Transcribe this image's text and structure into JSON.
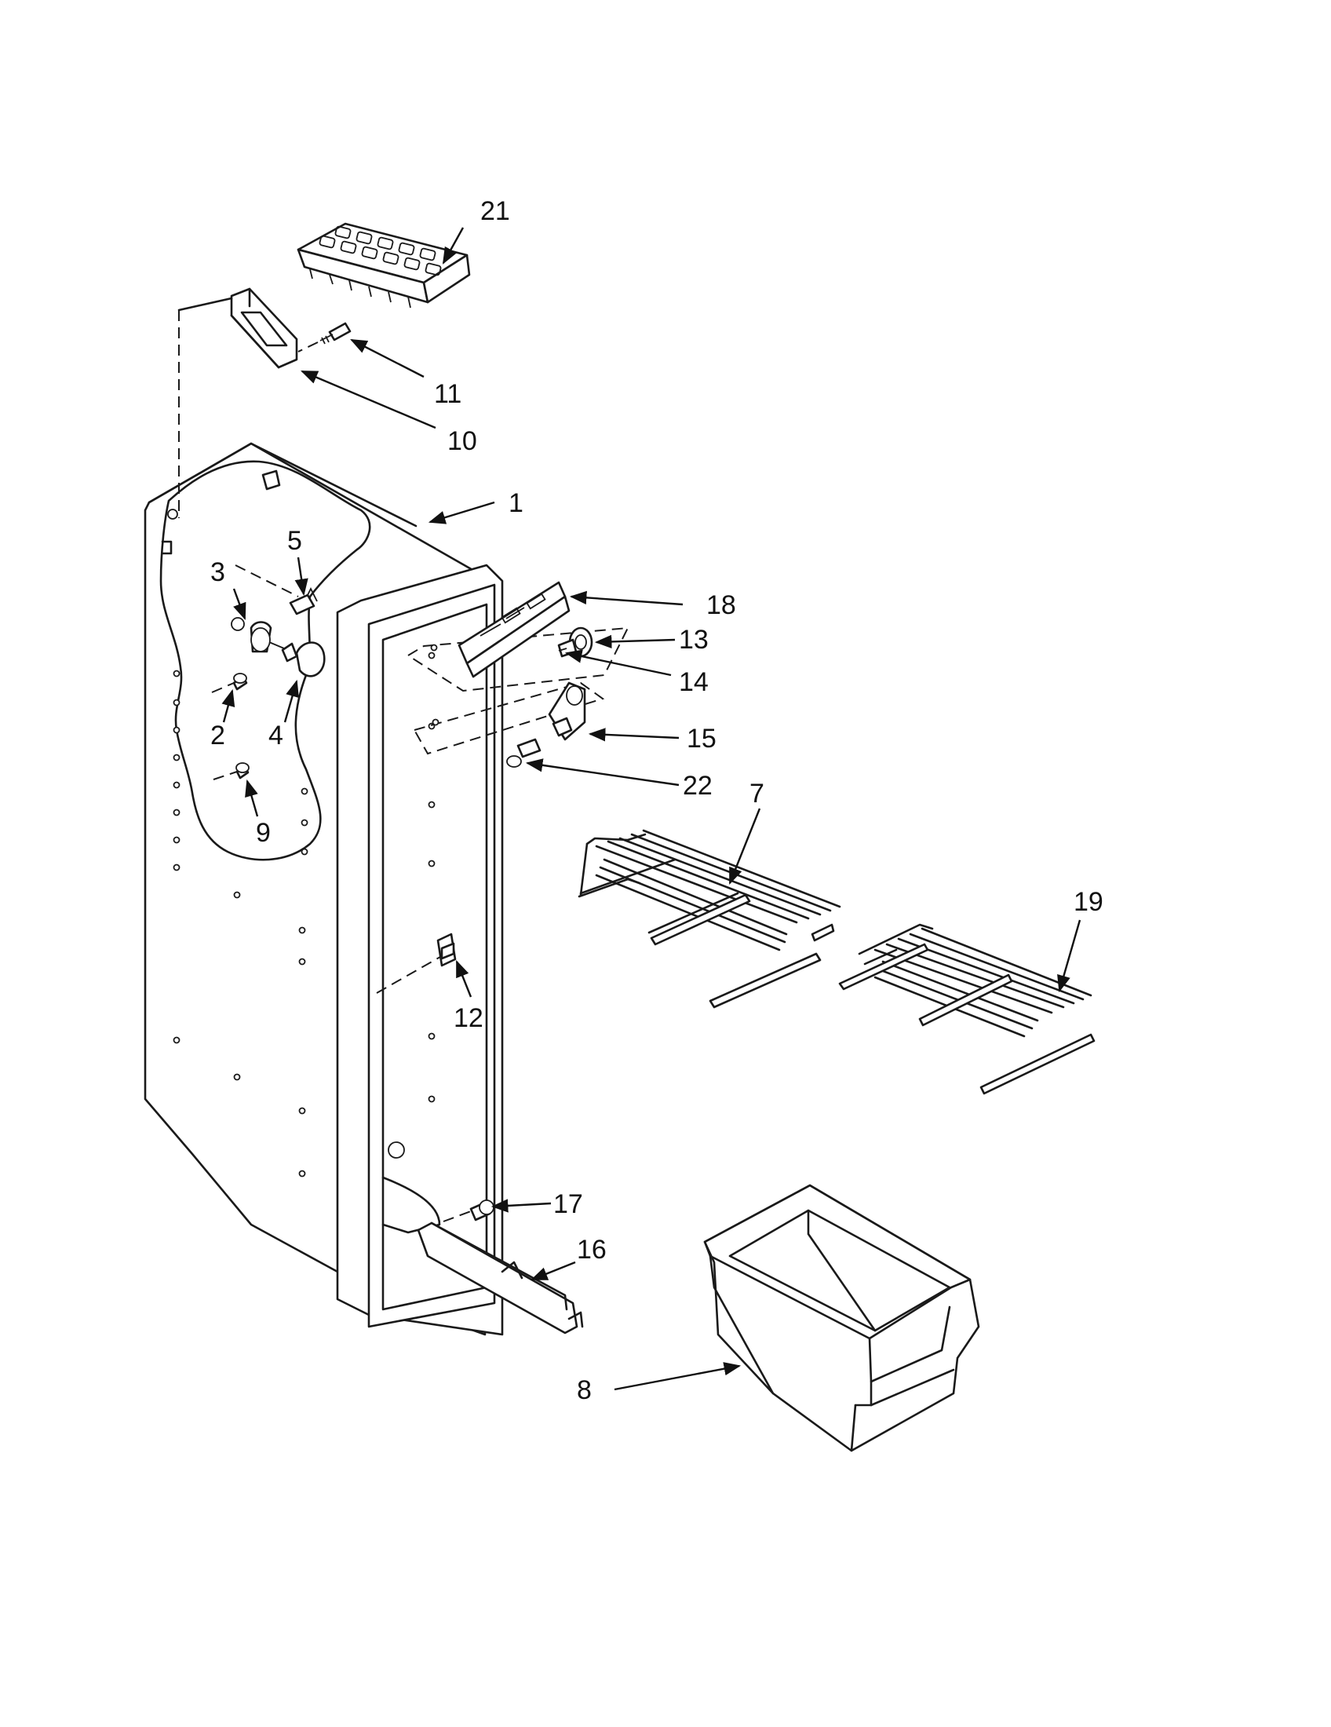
{
  "callouts": [
    {
      "id": "callout-1",
      "text": "1"
    },
    {
      "id": "callout-2",
      "text": "2"
    },
    {
      "id": "callout-3",
      "text": "3"
    },
    {
      "id": "callout-4",
      "text": "4"
    },
    {
      "id": "callout-5",
      "text": "5"
    },
    {
      "id": "callout-7",
      "text": "7"
    },
    {
      "id": "callout-8",
      "text": "8"
    },
    {
      "id": "callout-9",
      "text": "9"
    },
    {
      "id": "callout-10",
      "text": "10"
    },
    {
      "id": "callout-11",
      "text": "11"
    },
    {
      "id": "callout-12",
      "text": "12"
    },
    {
      "id": "callout-13",
      "text": "13"
    },
    {
      "id": "callout-14",
      "text": "14"
    },
    {
      "id": "callout-15",
      "text": "15"
    },
    {
      "id": "callout-16",
      "text": "16"
    },
    {
      "id": "callout-17",
      "text": "17"
    },
    {
      "id": "callout-18",
      "text": "18"
    },
    {
      "id": "callout-19",
      "text": "19"
    },
    {
      "id": "callout-21",
      "text": "21"
    },
    {
      "id": "callout-22",
      "text": "22"
    }
  ]
}
